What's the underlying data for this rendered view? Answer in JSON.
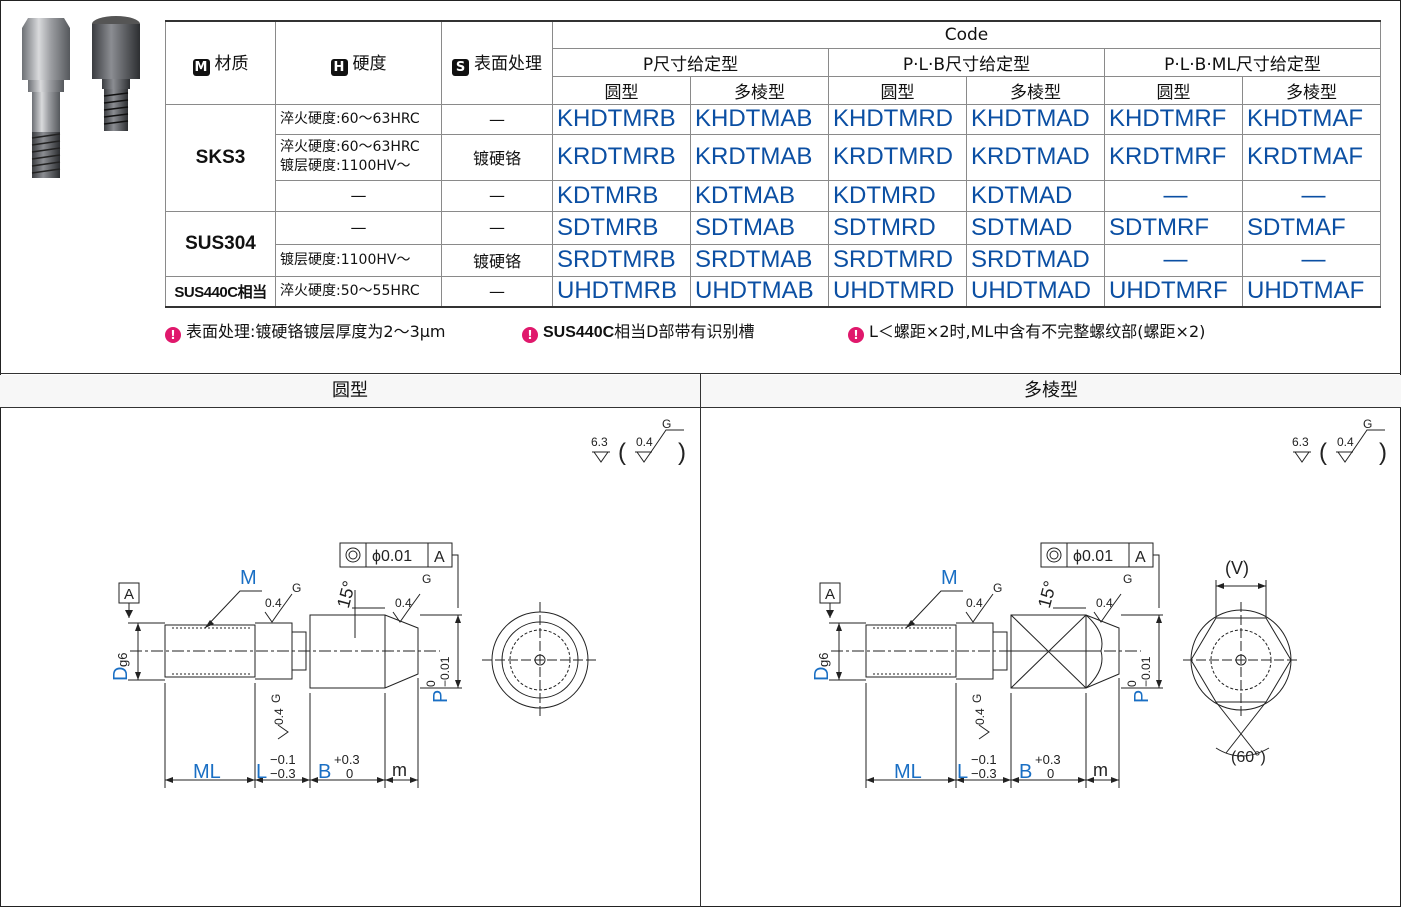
{
  "table": {
    "header": {
      "material": {
        "badge": "M",
        "label": "材质"
      },
      "hardness": {
        "badge": "H",
        "label": "硬度"
      },
      "surface": {
        "badge": "S",
        "label": "表面处理"
      },
      "code": "Code",
      "groups": [
        "P尺寸给定型",
        "P·L·B尺寸给定型",
        "P·L·B·ML尺寸给定型"
      ],
      "types": [
        "圆型",
        "多棱型",
        "圆型",
        "多棱型",
        "圆型",
        "多棱型"
      ]
    },
    "rows": [
      {
        "hardness": "淬火硬度:60～63HRC",
        "surface": "—",
        "codes": [
          "KHDTMRB",
          "KHDTMAB",
          "KHDTMRD",
          "KHDTMAD",
          "KHDTMRF",
          "KHDTMAF"
        ]
      },
      {
        "hardness_line1": "淬火硬度:60～63HRC",
        "hardness_line2": "镀层硬度:1100HV～",
        "surface": "镀硬铬",
        "codes": [
          "KRDTMRB",
          "KRDTMAB",
          "KRDTMRD",
          "KRDTMAD",
          "KRDTMRF",
          "KRDTMAF"
        ]
      },
      {
        "hardness": "—",
        "surface": "—",
        "codes": [
          "KDTMRB",
          "KDTMAB",
          "KDTMRD",
          "KDTMAD",
          "—",
          "—"
        ]
      },
      {
        "hardness": "—",
        "surface": "—",
        "codes": [
          "SDTMRB",
          "SDTMAB",
          "SDTMRD",
          "SDTMAD",
          "SDTMRF",
          "SDTMAF"
        ]
      },
      {
        "hardness": "镀层硬度:1100HV～",
        "surface": "镀硬铬",
        "codes": [
          "SRDTMRB",
          "SRDTMAB",
          "SRDTMRD",
          "SRDTMAD",
          "—",
          "—"
        ]
      },
      {
        "hardness": "淬火硬度:50～55HRC",
        "surface": "—",
        "codes": [
          "UHDTMRB",
          "UHDTMAB",
          "UHDTMRD",
          "UHDTMAD",
          "UHDTMRF",
          "UHDTMAF"
        ]
      }
    ],
    "materials": [
      "SKS3",
      "SUS304",
      "SUS440C相当"
    ]
  },
  "notes": [
    "表面处理:镀硬铬镀层厚度为2～3μm",
    "SUS440C相当D部带有识别槽",
    "L＜螺距×2时,ML中含有不完整螺纹部(螺距×2)"
  ],
  "note_bold": "SUS440C",
  "note2_rest": "相当D部带有识别槽",
  "panels": {
    "left_title": "圆型",
    "right_title": "多棱型"
  },
  "drawing": {
    "rough1": "6.3",
    "rough2": "0.4",
    "g": "G",
    "conc": "ϕ0.01",
    "datum": "A",
    "angle": "15°",
    "M": "M",
    "D": "D",
    "Dtol": "g6",
    "P": "P",
    "Ptol_top": "0",
    "Ptol_bot": "−0.01",
    "ML": "ML",
    "L": "L",
    "Ltol_top": "−0.1",
    "Ltol_bot": "−0.3",
    "B": "B",
    "Btol_top": "+0.3",
    "Btol_bot": "0",
    "m": "m",
    "V": "(V)",
    "sixty": "(60°)"
  },
  "colors": {
    "code_blue": "#0b4fa3",
    "note_pink": "#e0186c",
    "dim_blue": "#1a6fc4"
  }
}
